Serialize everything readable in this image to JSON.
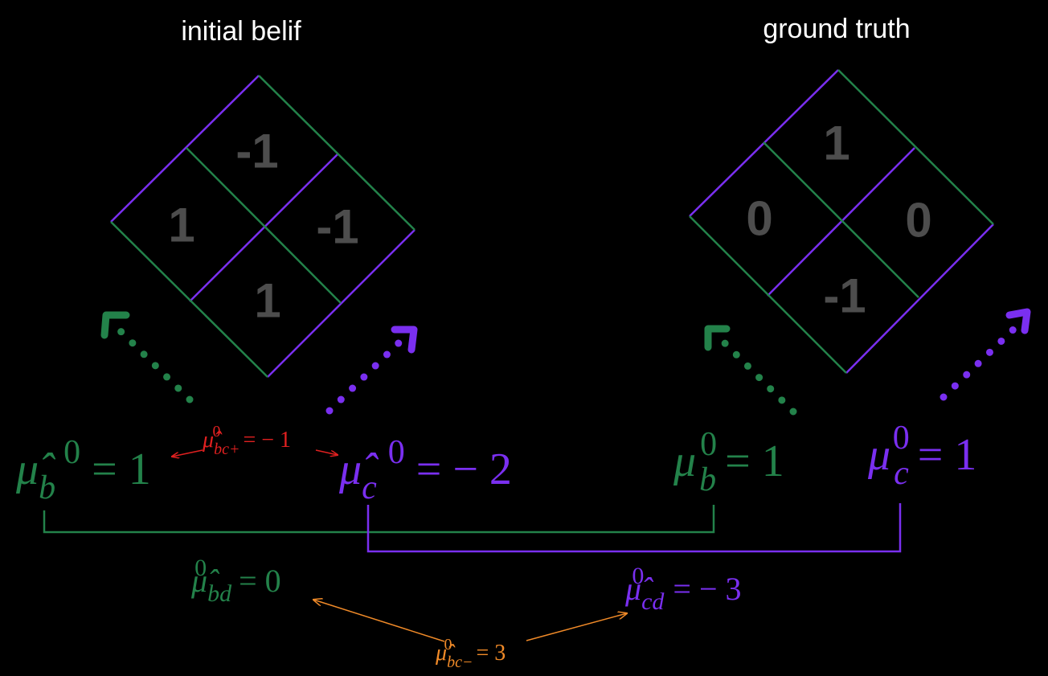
{
  "titles": {
    "left": "initial belif",
    "right": "ground truth"
  },
  "colors": {
    "green": "#23824a",
    "purple": "#7a2ff0",
    "red": "#e02020",
    "orange": "#f08a28",
    "cell_text": "#4d4d4d"
  },
  "left_grid": {
    "top": "-1",
    "left": "1",
    "right": "-1",
    "bottom": "1"
  },
  "right_grid": {
    "top": "1",
    "left": "0",
    "right": "0",
    "bottom": "-1"
  },
  "equations": {
    "mu_hat_b": {
      "symbol": "μ̂",
      "sub": "b",
      "sup": "0",
      "rhs": "= 1"
    },
    "mu_hat_c": {
      "symbol": "μ̂",
      "sub": "c",
      "sup": "0",
      "rhs": "= − 2"
    },
    "mu_b": {
      "symbol": "μ",
      "sub": "b",
      "sup": "0",
      "rhs": "= 1"
    },
    "mu_c": {
      "symbol": "μ",
      "sub": "c",
      "sup": "0",
      "rhs": "= 1"
    },
    "mu_hat_bc_plus": {
      "symbol": "μ̂",
      "sub": "bc+",
      "sup": "0",
      "rhs": "= − 1"
    },
    "mu_hat_bd": {
      "symbol": "μ̂",
      "sub": "bd",
      "sup": "0",
      "rhs": "= 0"
    },
    "mu_hat_cd": {
      "symbol": "μ̂",
      "sub": "cd",
      "sup": "0",
      "rhs": "= − 3"
    },
    "mu_hat_bc_minus": {
      "symbol": "μ̂",
      "sub": "bc−",
      "sup": "0",
      "rhs": "= 3"
    }
  }
}
